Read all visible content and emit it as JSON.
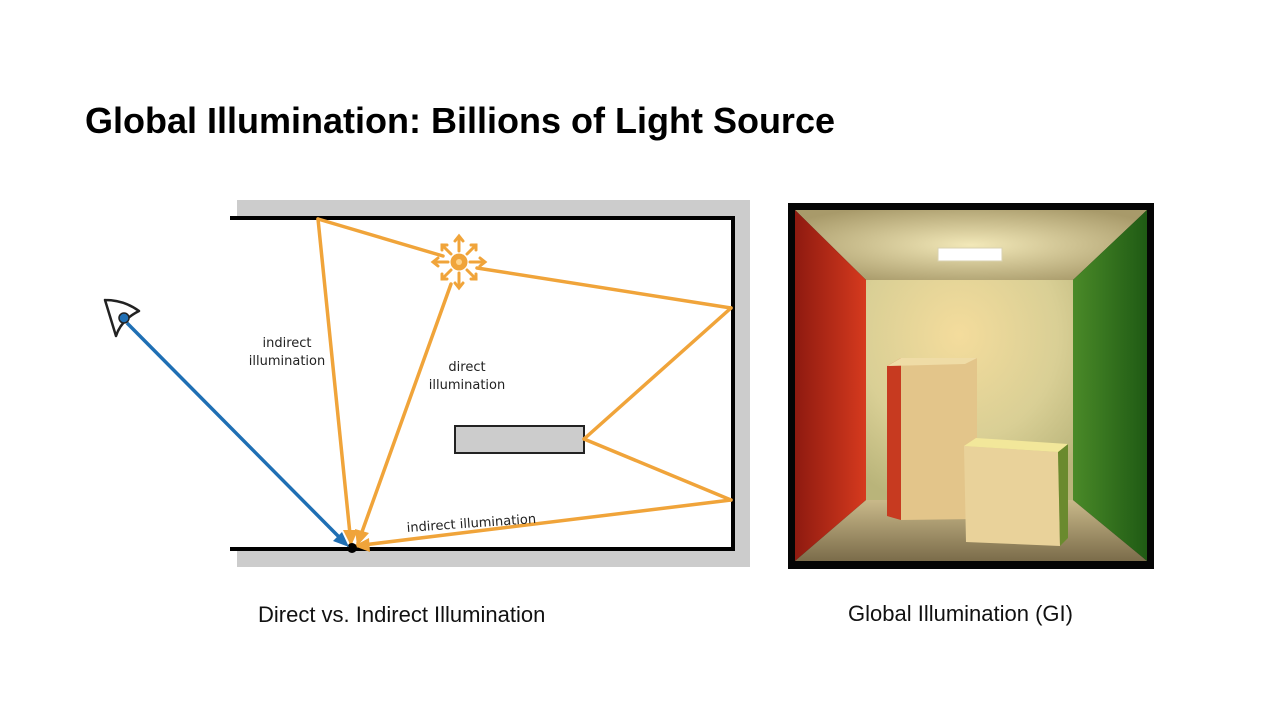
{
  "slide": {
    "title": "Global Illumination: Billions of Light Source"
  },
  "left_figure": {
    "labels": {
      "indirect_left_line1": "indirect",
      "indirect_left_line2": "illumination",
      "direct_line1": "direct",
      "direct_line2": "illumination",
      "indirect_bottom": "indirect illumination"
    },
    "caption": "Direct vs. Indirect Illumination",
    "colors": {
      "light_path": "#f0a43a",
      "view_ray": "#1f6fb4",
      "frame": "#cccccc",
      "wall": "#000000"
    },
    "icons": [
      "eye-icon",
      "light-source-icon"
    ]
  },
  "right_figure": {
    "caption": "Global Illumination (GI)",
    "colors": {
      "left_wall": "#c42a1a",
      "right_wall": "#2f7a1e",
      "back_wall": "#e6d9a0",
      "box": "#e9d29a"
    }
  }
}
